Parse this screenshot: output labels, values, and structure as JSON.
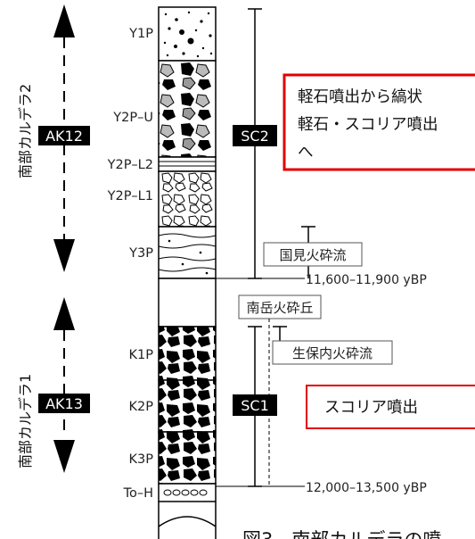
{
  "period_left": {
    "upper": {
      "label": "南部カルデラ2",
      "code": "AK12"
    },
    "lower": {
      "label": "南部カルデラ1",
      "code": "AK13"
    }
  },
  "layers": [
    "Y1P",
    "Y2P–U",
    "Y2P–L2",
    "Y2P–L1",
    "Y3P",
    "K1P",
    "K2P",
    "K3P",
    "To–H"
  ],
  "sequence": {
    "upper": "SC2",
    "lower": "SC1"
  },
  "flows": {
    "kunimi": "国見火砕流",
    "nangaku": "南岳火砕丘",
    "shoboonai": "生保内火砕流"
  },
  "dates": {
    "upper": "11,600–11,900 yBP",
    "lower": "12,000–13,500 yBP"
  },
  "callouts": {
    "upper_line1": "軽石噴出から縞状",
    "upper_line2": "軽石・スコリア噴出",
    "upper_line3": "へ",
    "lower": "スコリア噴出"
  },
  "caption": "図3　南部カルデラの噴"
}
